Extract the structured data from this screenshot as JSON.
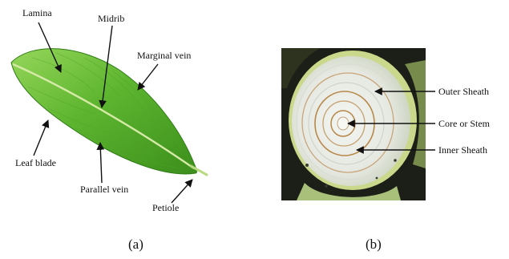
{
  "panel_a": {
    "labels": {
      "lamina": "Lamina",
      "midrib": "Midrib",
      "marginal_vein": "Marginal vein",
      "leaf_blade": "Leaf blade",
      "parallel_vein": "Parallel vein",
      "petiole": "Petiole"
    },
    "caption": "(a)"
  },
  "panel_b": {
    "labels": {
      "outer_sheath": "Outer Sheath",
      "core_or_stem": "Core or Stem",
      "inner_sheath": "Inner Sheath"
    },
    "caption": "(b)"
  },
  "colors": {
    "leaf_dark": "#3f9a1f",
    "leaf_light": "#8ed24f",
    "midrib": "#d6eaa8",
    "stem_background": "#1c1f17",
    "stem_flesh": "#e9ece6",
    "stem_ring": "#b8884a",
    "outer_rind": "#c9d88a"
  }
}
